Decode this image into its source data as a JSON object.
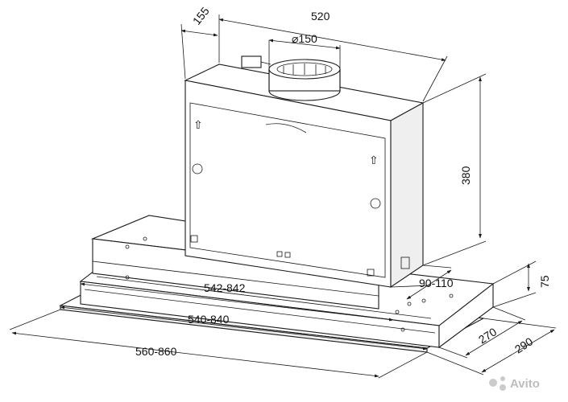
{
  "dimensions": {
    "depth_top": "155",
    "width_top": "520",
    "duct_diameter": "⌀150",
    "height": "380",
    "panel_height": "75",
    "offset_range": "90-110",
    "width_542": "542-842",
    "width_540": "540-840",
    "width_560": "560-860",
    "depth_270": "270",
    "depth_290": "290"
  },
  "watermark": {
    "text": "Avito"
  }
}
